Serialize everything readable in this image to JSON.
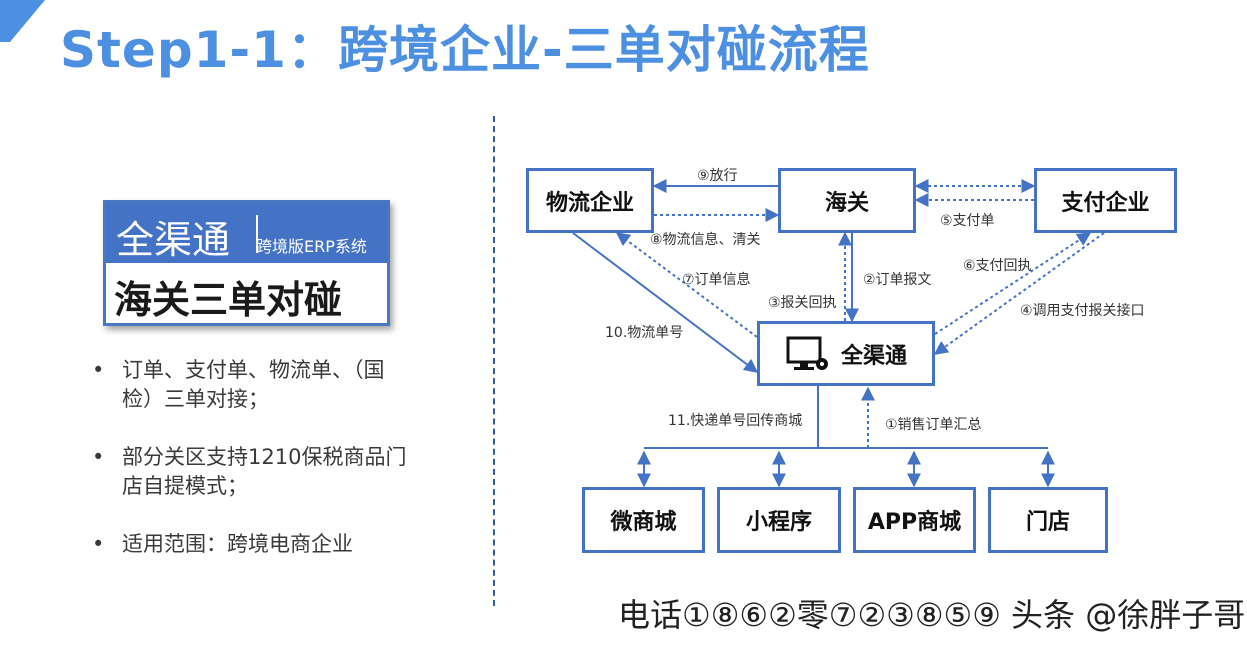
{
  "title": "Step1-1：跨境企业-三单对碰流程",
  "badge": {
    "brand": "全渠通",
    "subtitle": "跨境版ERP系统",
    "caption": "海关三单对碰"
  },
  "bullets": [
    "订单、支付单、物流单、（国检）三单对接；",
    "部分关区支持1210保税商品门店自提模式；",
    "适用范围：跨境电商企业"
  ],
  "diagram": {
    "nodes": {
      "logistics": "物流企业",
      "customs": "海关",
      "payment": "支付企业",
      "center": "全渠通",
      "wechat_mall": "微商城",
      "mini_program": "小程序",
      "app_mall": "APP商城",
      "store": "门店"
    },
    "edge_labels": {
      "release": "⑨放行",
      "logistics_info": "⑧物流信息、清关",
      "payment_order": "⑤支付单",
      "order_info": "⑦订单信息",
      "order_report": "②订单报文",
      "report_receipt": "③报关回执",
      "payment_receipt": "⑥支付回执",
      "payment_api": "④调用支付报关接口",
      "tracking_no": "10.物流单号",
      "express_back": "11.快递单号回传商城",
      "sales_summary": "①销售订单汇总"
    }
  },
  "footer": "电话①⑧⑥②零⑦②③⑧⑤⑨ 头条 @徐胖子哥",
  "colors": {
    "accent": "#4472c4",
    "title": "#4d8fe0"
  }
}
